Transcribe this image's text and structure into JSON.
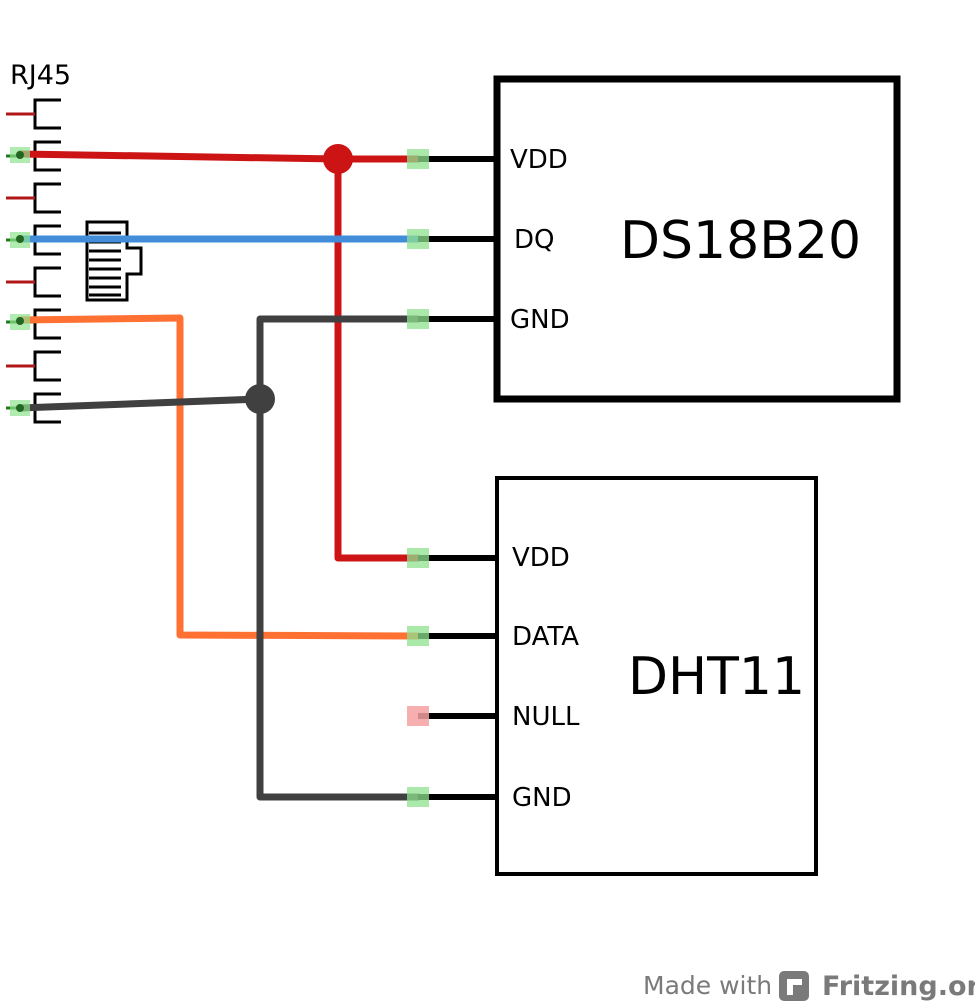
{
  "connector": {
    "label": "RJ45"
  },
  "ds18b20": {
    "name": "DS18B20",
    "pins": [
      "VDD",
      "DQ",
      "GND"
    ]
  },
  "dht11": {
    "name": "DHT11",
    "pins": [
      "VDD",
      "DATA",
      "NULL",
      "GND"
    ]
  },
  "wires": {
    "vdd": "#cc1414",
    "data_dq": "#418dd9",
    "data_dht": "#ff7033",
    "gnd": "#404040"
  },
  "footer": {
    "made_with": "Made with",
    "brand": "Fritzing.org"
  }
}
